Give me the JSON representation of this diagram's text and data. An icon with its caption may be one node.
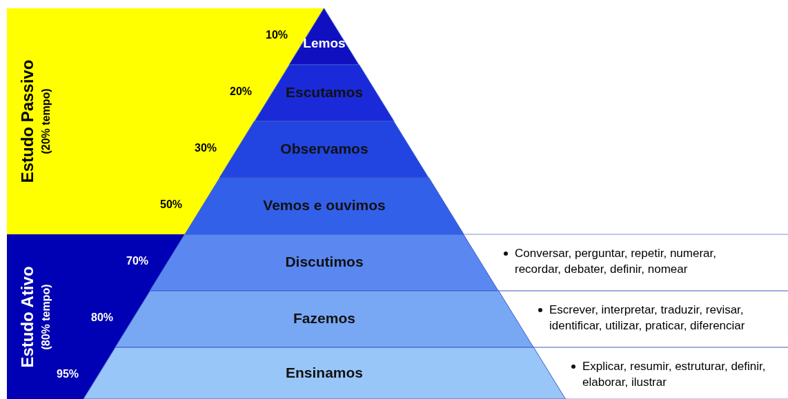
{
  "diagram": {
    "nodes": [
      {
        "text": [
          "Estudo Passivo",
          "(20% tempo)"
        ]
      },
      {
        "text": [
          "Estudo Ativo",
          "(80% tempo)"
        ]
      },
      {
        "text": [
          "Lemos"
        ],
        "beside": [
          "10%"
        ]
      },
      {
        "text": [
          "Escutamos"
        ],
        "beside": [
          "20%"
        ]
      },
      {
        "text": [
          "Observamos"
        ],
        "beside": [
          "30%"
        ]
      },
      {
        "text": [
          "Vemos e ouvimos"
        ],
        "beside": [
          "50%"
        ]
      },
      {
        "text": [
          "Discutimos"
        ],
        "beside": [
          "70%",
          "Conversar, perguntar, repetir, numerar, recordar, debater, definir, nomear"
        ]
      },
      {
        "text": [
          "Fazemos"
        ],
        "beside": [
          "80%",
          "Escrever, interpretar, traduzir, revisar, identificar, utilizar, praticar, diferenciar"
        ]
      },
      {
        "text": [
          "Ensinamos"
        ],
        "beside": [
          "95%",
          "Explicar, resumir, estruturar, definir, elaborar, ilustrar"
        ]
      }
    ]
  }
}
